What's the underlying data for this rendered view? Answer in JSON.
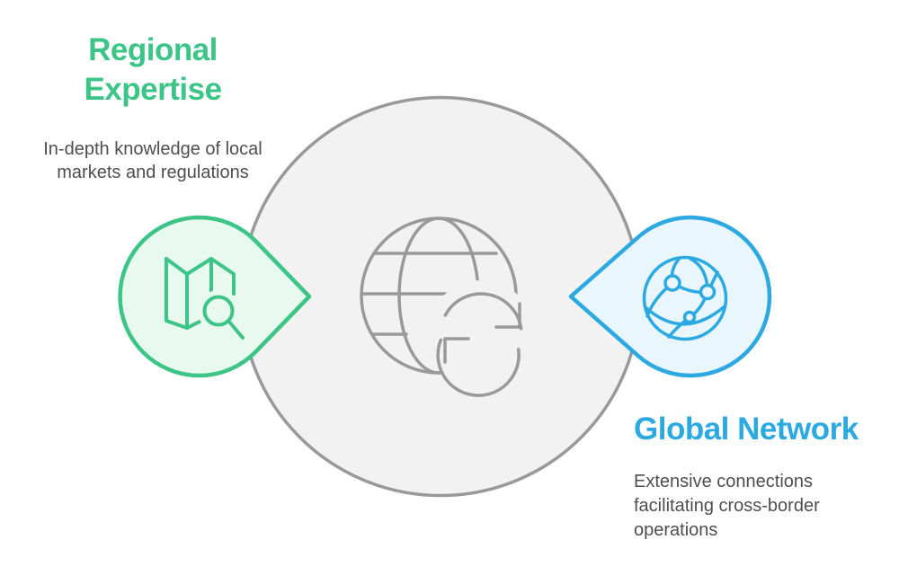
{
  "page": {
    "background": "#FFFFFF"
  },
  "center_motif": {
    "icon": "globe-sync-icon",
    "circle_fill": "#F2F2F2",
    "stroke_color": "#999999"
  },
  "left_item": {
    "title": "Regional\nExpertise",
    "description": "In-depth knowledge of local\nmarkets and regulations",
    "icon": "map-search-icon",
    "accent_color": "#3DC487",
    "fill_color": "#E8F9F0"
  },
  "right_item": {
    "title": "Global Network",
    "description": "Extensive connections\nfacilitating cross-border\noperations",
    "icon": "network-globe-icon",
    "accent_color": "#2BA9E0",
    "fill_color": "#E9F6FD"
  },
  "text_color": "#4E4E4E"
}
